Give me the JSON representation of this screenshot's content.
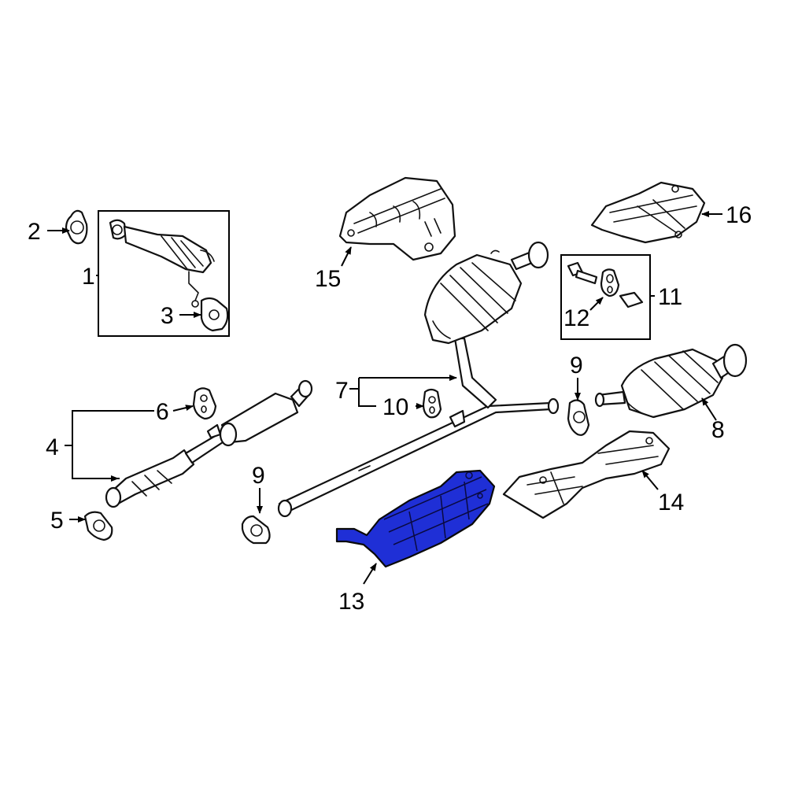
{
  "callouts": [
    {
      "id": "c1",
      "text": "1"
    },
    {
      "id": "c2",
      "text": "2"
    },
    {
      "id": "c3",
      "text": "3"
    },
    {
      "id": "c4",
      "text": "4"
    },
    {
      "id": "c5",
      "text": "5"
    },
    {
      "id": "c6",
      "text": "6"
    },
    {
      "id": "c7",
      "text": "7"
    },
    {
      "id": "c8",
      "text": "8"
    },
    {
      "id": "c9a",
      "text": "9"
    },
    {
      "id": "c9b",
      "text": "9"
    },
    {
      "id": "c10",
      "text": "10"
    },
    {
      "id": "c11",
      "text": "11"
    },
    {
      "id": "c12",
      "text": "12"
    },
    {
      "id": "c13",
      "text": "13"
    },
    {
      "id": "c14",
      "text": "14"
    },
    {
      "id": "c15",
      "text": "15"
    },
    {
      "id": "c16",
      "text": "16"
    }
  ],
  "highlight": {
    "part": "13",
    "color": "#1f2fd6"
  }
}
